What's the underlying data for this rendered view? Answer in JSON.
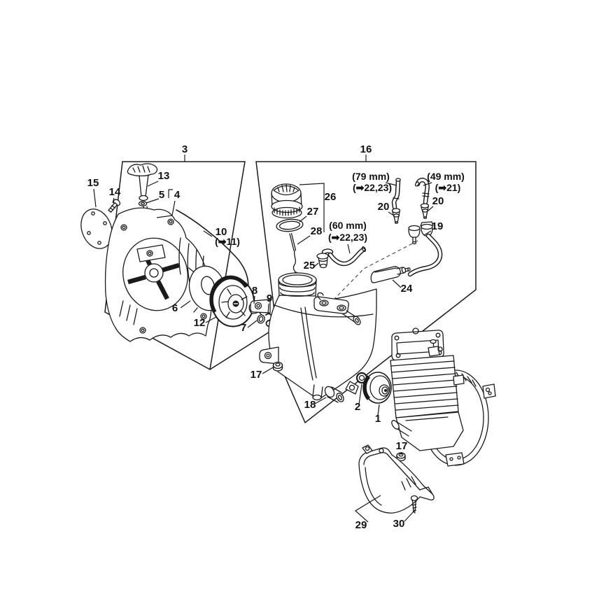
{
  "diagram": {
    "background_color": "#ffffff",
    "line_color": "#1a1a1a",
    "assembly_boxes": {
      "rewind_starter": "3",
      "fuel_tank": "16"
    },
    "callouts": {
      "c1": "1",
      "c2": "2",
      "c4": "4",
      "c5": "5",
      "c6": "6",
      "c7": "7",
      "c8": "8",
      "c9": "9",
      "c10": "10",
      "c10_ref": "(➡11)",
      "c12": "12",
      "c13": "13",
      "c14": "14",
      "c15": "15",
      "c17_tank": "17",
      "c17_engine": "17",
      "c18": "18",
      "c19": "19",
      "c20_left": "20",
      "c20_right": "20",
      "c24": "24",
      "c25": "25",
      "c26": "26",
      "c27": "27",
      "c28": "28",
      "c29": "29",
      "c30": "30"
    },
    "hose_dimensions": {
      "hose_79mm": {
        "length": "(79 mm)",
        "ref": "(➡22,23)"
      },
      "hose_49mm": {
        "length": "(49 mm)",
        "ref": "(➡21)"
      },
      "hose_60mm": {
        "length": "(60 mm)",
        "ref": "(➡22,23)"
      }
    }
  }
}
